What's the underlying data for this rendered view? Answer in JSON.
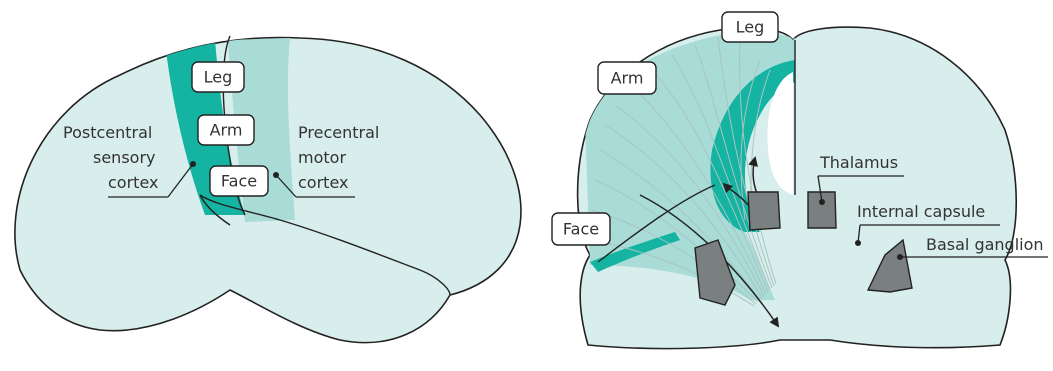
{
  "colors": {
    "brain_fill": "#d8eeec",
    "light_band": "#a9dcd7",
    "dark_band": "#14b3a2",
    "nucleus_fill": "#7a7f80",
    "outline": "#222222",
    "text": "#333333"
  },
  "lateral_view": {
    "labels": {
      "leg": "Leg",
      "arm": "Arm",
      "face": "Face",
      "postcentral_line1": "Postcentral",
      "postcentral_line2": "sensory",
      "postcentral_line3": "cortex",
      "precentral_line1": "Precentral",
      "precentral_line2": "motor",
      "precentral_line3": "cortex"
    }
  },
  "coronal_view": {
    "labels": {
      "leg": "Leg",
      "arm": "Arm",
      "face": "Face",
      "thalamus": "Thalamus",
      "internal_capsule": "Internal capsule",
      "basal_ganglion": "Basal ganglion"
    }
  }
}
